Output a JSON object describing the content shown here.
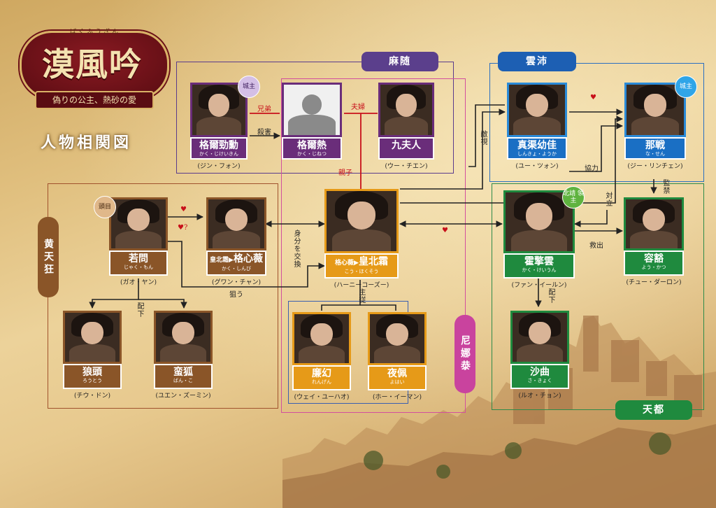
{
  "logo": {
    "ruby": "ばくふうぎん",
    "title": "漠風吟",
    "subtitle": "偽りの公主、熱砂の愛"
  },
  "heading": "人物相関図",
  "factions": {
    "mazui": "麻随",
    "unbai": "雲沛",
    "koutenkyo": "黄天狂",
    "jiniyuu": "尼娜㳟",
    "tento": "天都"
  },
  "colors": {
    "purple": "#6a2d7a",
    "blue": "#1a6fc4",
    "brown": "#8a5528",
    "orange": "#e69a18",
    "green": "#1f8a3e",
    "pink": "#c9439e",
    "red": "#c8101a"
  },
  "badges": {
    "joushu": "城主",
    "toumoku": "頭目",
    "hokusei": "北靖 領主"
  },
  "characters": {
    "kakujikin": {
      "name": "格爾勁勳",
      "ruby": "かく・じけいきん",
      "actor": "(ジン・フォン)"
    },
    "kakujinetsu": {
      "name": "格爾熱",
      "ruby": "かく・じねつ",
      "actor": ""
    },
    "kyufujin": {
      "name": "九夫人",
      "ruby": "",
      "actor": "(ウー・チエン)"
    },
    "shinkyo": {
      "name": "真渠幼佳",
      "ruby": "しんきょ・ようか",
      "actor": "(ユー・ツォン)"
    },
    "nasen": {
      "name": "那戦",
      "ruby": "な・せん",
      "actor": "(ジー・リンチェン)"
    },
    "jakumon": {
      "name": "若問",
      "ruby": "じゃく・もん",
      "actor": "(ガオ・ヤン)"
    },
    "kakushinbi": {
      "name": "格心薇",
      "prefix": "皇北霜▶",
      "ruby": "かく・しんび",
      "actor": "(グワン・チャン)"
    },
    "kouhokusou": {
      "name": "皇北霜",
      "prefix": "格心薇▶",
      "ruby": "こう・ほくそう",
      "actor": "(ハーニーコーズー)"
    },
    "kakkeiun": {
      "name": "霍擎雲",
      "ruby": "かく・けいうん",
      "actor": "(ファン・イールン)"
    },
    "youkatsu": {
      "name": "容豁",
      "ruby": "よう・かつ",
      "actor": "(チュー・ダーロン)"
    },
    "routou": {
      "name": "狼頭",
      "ruby": "ろうとう",
      "actor": "(チウ・ドン)"
    },
    "banko": {
      "name": "蛮狐",
      "ruby": "ばん・こ",
      "actor": "(ユエン・ズーミン)"
    },
    "rengen": {
      "name": "廉幻",
      "ruby": "れんげん",
      "actor": "(ウェイ・ユーハオ)"
    },
    "yahai": {
      "name": "夜佩",
      "ruby": "よはい",
      "actor": "(ホー・イーマン)"
    },
    "sakyoku": {
      "name": "沙曲",
      "ruby": "さ・きょく",
      "actor": "(ルオ・チョン)"
    }
  },
  "relations": {
    "kyoudai": "兄弟",
    "satsugai": "殺害",
    "fuufu": "夫婦",
    "shinshi": "親子",
    "tekishi": "敵視",
    "kyouryoku": "協力",
    "kankin": "監禁",
    "tairitsu": "対立",
    "kyushutsu": "救出",
    "mibun": "身分を交換",
    "nerau": "狙う",
    "haika1": "配下",
    "haika2": "配下",
    "shuju": "主従",
    "heart": "♥",
    "heartq": "♥?"
  }
}
